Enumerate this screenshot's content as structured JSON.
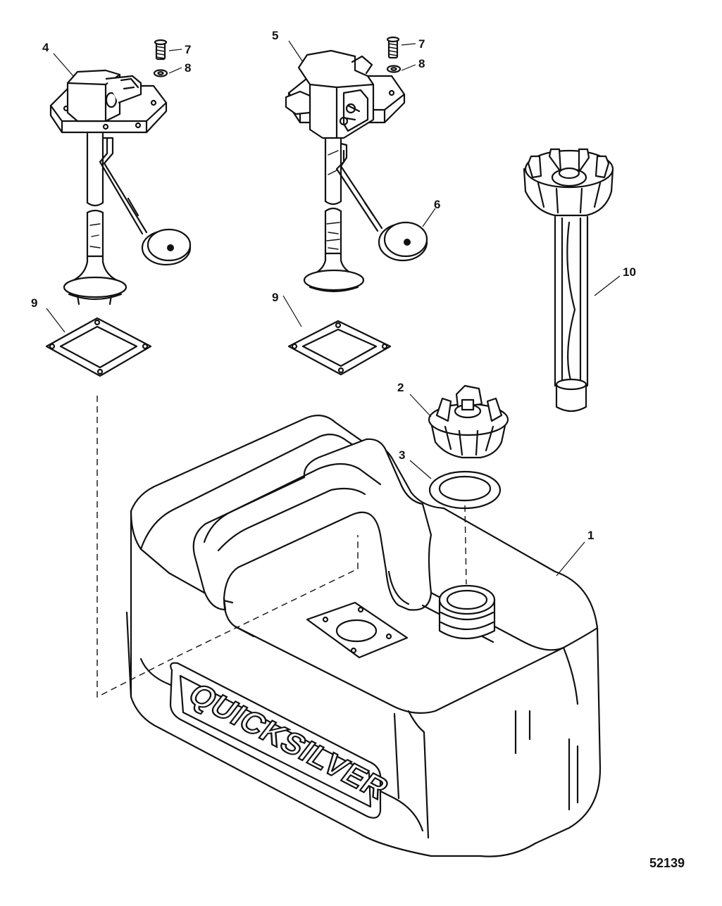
{
  "diagram": {
    "figure_number": "52139",
    "brand_lettering": "QUICKSILVER",
    "callouts": [
      {
        "id": "c1",
        "label": "1",
        "part": "fuel-tank"
      },
      {
        "id": "c2",
        "label": "2",
        "part": "fuel-cap"
      },
      {
        "id": "c3",
        "label": "3",
        "part": "cap-seal-ring"
      },
      {
        "id": "c4",
        "label": "4",
        "part": "pickup-assembly"
      },
      {
        "id": "c5",
        "label": "5",
        "part": "pickup-assembly-with-connector"
      },
      {
        "id": "c6",
        "label": "6",
        "part": "float"
      },
      {
        "id": "c7a",
        "label": "7",
        "part": "screw"
      },
      {
        "id": "c8a",
        "label": "8",
        "part": "washer"
      },
      {
        "id": "c7b",
        "label": "7",
        "part": "screw"
      },
      {
        "id": "c8b",
        "label": "8",
        "part": "washer"
      },
      {
        "id": "c9a",
        "label": "9",
        "part": "gasket"
      },
      {
        "id": "c9b",
        "label": "9",
        "part": "gasket"
      },
      {
        "id": "c10",
        "label": "10",
        "part": "fuel-cap-with-gauge"
      }
    ]
  }
}
